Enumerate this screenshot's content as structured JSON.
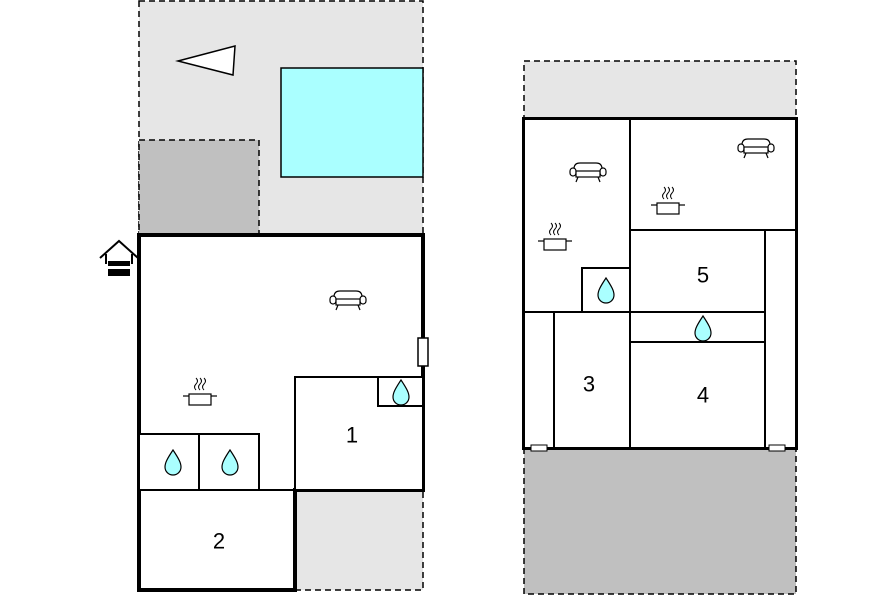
{
  "colors": {
    "outdoor_light": "#e6e6e6",
    "outdoor_dark": "#c0c0c0",
    "pool": "#aaffff",
    "water_drop": "#aaffff",
    "wall": "#000000",
    "floor": "#ffffff"
  },
  "left_unit": {
    "rooms": [
      {
        "id": "bedroom-1",
        "label": "1"
      },
      {
        "id": "bedroom-2",
        "label": "2"
      }
    ],
    "icons": [
      "north-arrow-icon",
      "pool",
      "well-icon",
      "sofa-icon",
      "kitchen-pot-icon",
      "water-drop-icon",
      "water-drop-icon",
      "water-drop-icon",
      "door-icon"
    ]
  },
  "right_unit": {
    "rooms": [
      {
        "id": "bedroom-3",
        "label": "3"
      },
      {
        "id": "bedroom-4",
        "label": "4"
      },
      {
        "id": "bedroom-5",
        "label": "5"
      }
    ],
    "icons": [
      "sofa-icon",
      "sofa-icon",
      "kitchen-pot-icon",
      "kitchen-pot-icon",
      "water-drop-icon",
      "water-drop-icon"
    ]
  }
}
